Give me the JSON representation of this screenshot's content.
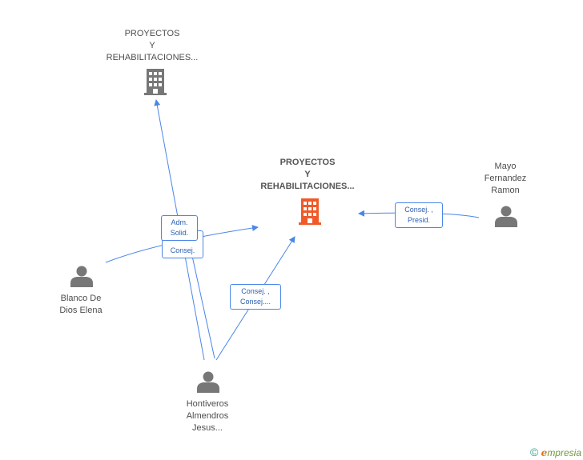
{
  "nodes": {
    "company_top": {
      "lines": [
        "PROYECTOS",
        "Y",
        "REHABILITACIONES..."
      ],
      "color": "#777777"
    },
    "company_main": {
      "lines": [
        "PROYECTOS",
        "Y",
        "REHABILITACIONES..."
      ],
      "color": "#f05a28"
    },
    "person_mayo": {
      "lines": [
        "Mayo",
        "Fernandez",
        "Ramon"
      ]
    },
    "person_blanco": {
      "lines": [
        "Blanco De",
        "Dios Elena"
      ]
    },
    "person_hontiveros": {
      "lines": [
        "Hontiveros",
        "Almendros",
        "Jesus..."
      ]
    }
  },
  "edges": {
    "adm_solid": {
      "lines": [
        "Adm.",
        "Solid."
      ]
    },
    "consej_blanco": {
      "lines": [
        "Consej."
      ]
    },
    "consej_presid": {
      "lines": [
        "Consej. ,",
        "Presid."
      ]
    },
    "consej_hontiveros": {
      "lines": [
        "Consej. ,",
        "Consej...."
      ]
    }
  },
  "colors": {
    "edge": "#4a86e8",
    "person_icon": "#777777"
  },
  "footer": {
    "copyright": "©",
    "brand_e": "e",
    "brand_rest": "mpresia"
  }
}
